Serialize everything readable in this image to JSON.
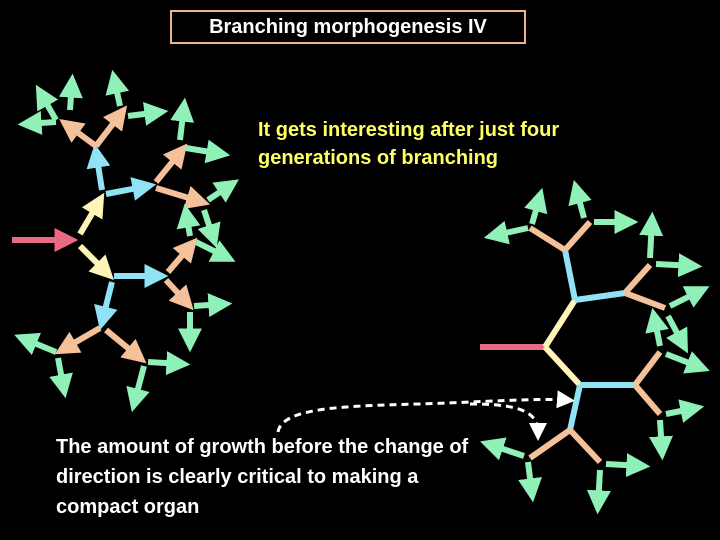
{
  "slide": {
    "title": "Branching morphogenesis IV",
    "caption_top": "It gets interesting after just four generations of branching",
    "caption_bottom": "The amount of growth before the change of direction is clearly critical to making a compact organ"
  },
  "colors": {
    "background": "#000000",
    "title_border": "#e9b48c",
    "generation_1": "#ea6a84",
    "generation_2": "#fff4b8",
    "generation_3": "#8fe3f5",
    "generation_4": "#f5c19a",
    "generation_5": "#8ff0b8",
    "caption_top": "#ffff66",
    "caption_bottom": "#ffffff"
  }
}
